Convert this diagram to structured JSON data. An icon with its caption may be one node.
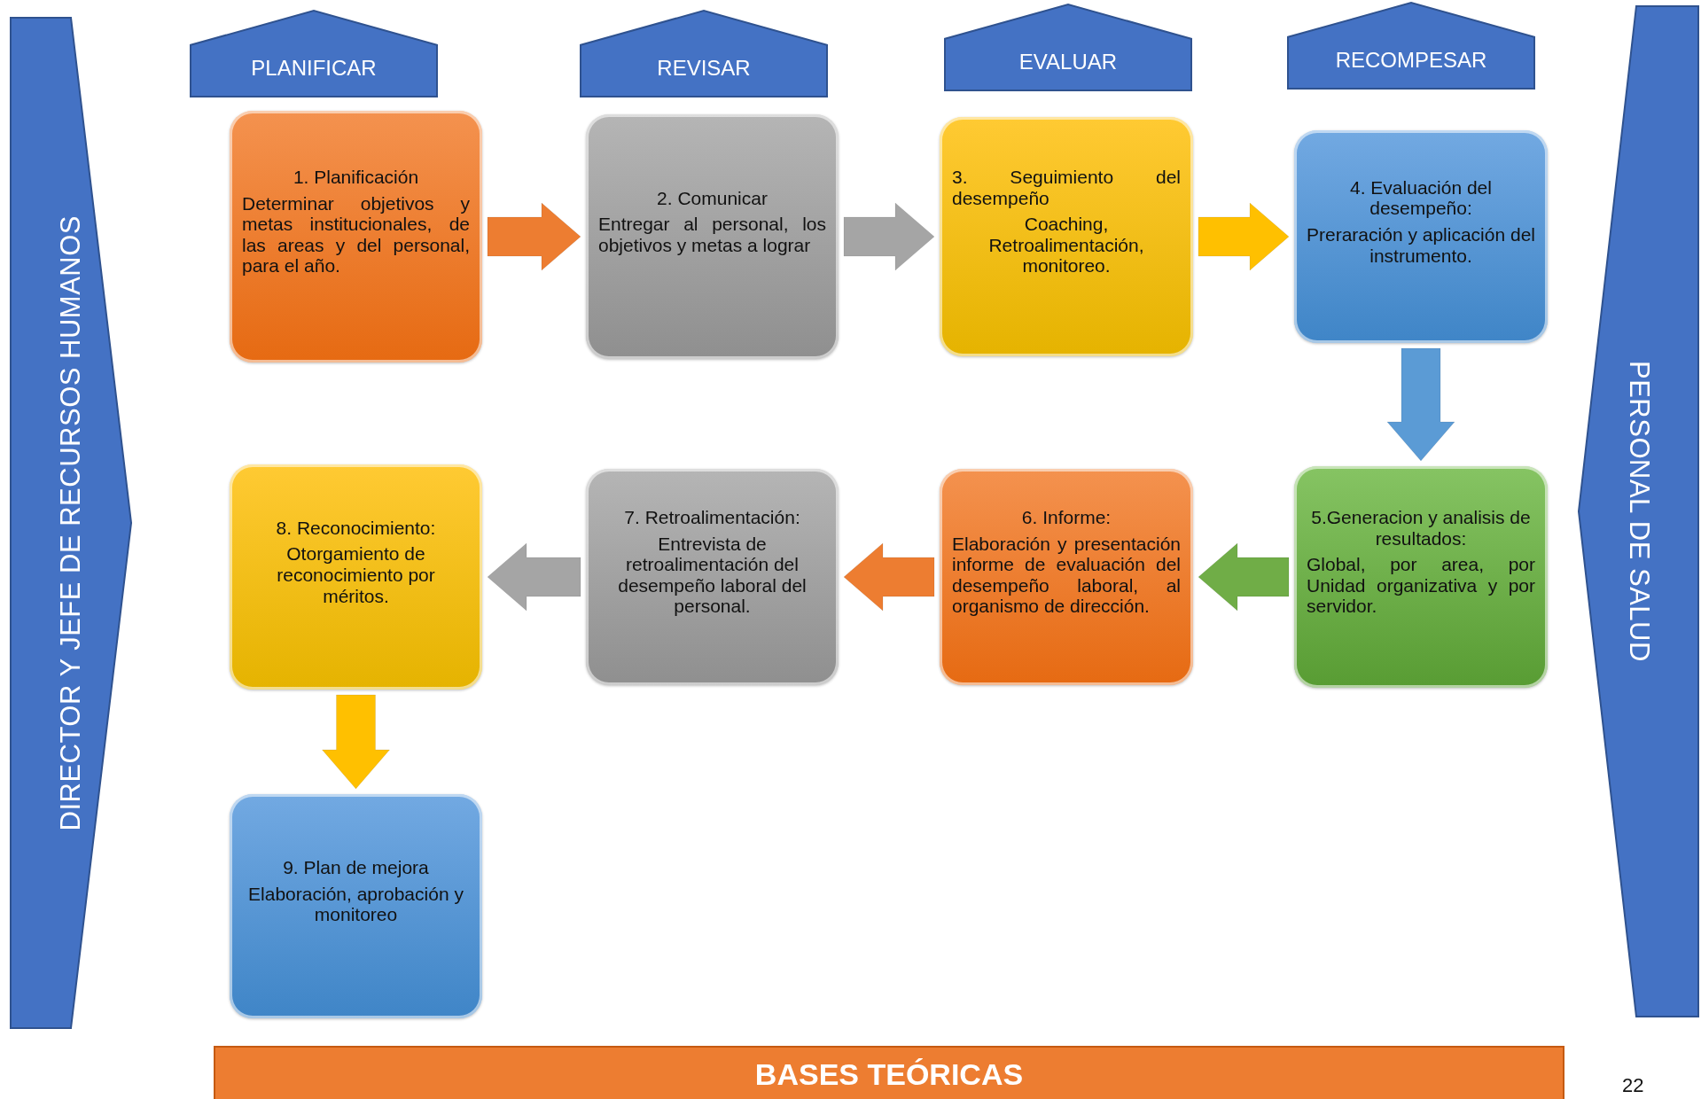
{
  "diagram": {
    "nodes": [
      {
        "text": [
          "DIRECTOR Y JEFE DE RECURSOS HUMANOS"
        ]
      },
      {
        "text": [
          "PLANIFICAR"
        ]
      },
      {
        "text": [
          "REVISAR"
        ]
      },
      {
        "text": [
          "EVALUAR"
        ]
      },
      {
        "text": [
          "RECOMPESAR"
        ]
      },
      {
        "text": [
          "PERSONAL DE SALUD"
        ]
      },
      {
        "text": [
          "1. Planificación",
          "Determinar objetivos y metas institucionales, de las areas y del personal, para el año."
        ]
      },
      {
        "text": [
          "2. Comunicar",
          "Entregar al personal, los objetivos y metas a lograr"
        ]
      },
      {
        "text": [
          "3. Seguimiento del desempeño",
          "Coaching, Retroalimentación, monitoreo."
        ]
      },
      {
        "text": [
          "4. Evaluación del desempeño:",
          "Preraración y aplicación del instrumento."
        ]
      },
      {
        "text": [
          "5.Generacion y analisis de resultados:",
          "Global, por area, por Unidad organizativa y por servidor."
        ]
      },
      {
        "text": [
          "6. Informe:",
          "Elaboración y presentación informe de evaluación del desempeño laboral, al organismo de dirección."
        ]
      },
      {
        "text": [
          "7. Retroalimentación:",
          "Entrevista de retroalimentación del desempeño laboral del personal."
        ]
      },
      {
        "text": [
          "8. Reconocimiento:",
          "Otorgamiento de reconocimiento por méritos."
        ]
      },
      {
        "text": [
          "9. Plan de mejora",
          "Elaboración, aprobación y monitoreo"
        ]
      },
      {
        "text": [
          "BASES TEÓRICAS"
        ]
      }
    ],
    "edges": [
      {
        "from": 6,
        "to": 7,
        "arrow": "to",
        "style": "thick",
        "color": "#ed7d31"
      },
      {
        "from": 7,
        "to": 8,
        "arrow": "to",
        "style": "thick",
        "color": "#a5a5a5"
      },
      {
        "from": 8,
        "to": 9,
        "arrow": "to",
        "style": "thick",
        "color": "#ffc000"
      },
      {
        "from": 9,
        "to": 10,
        "arrow": "to",
        "style": "thick",
        "color": "#5b9bd5"
      },
      {
        "from": 10,
        "to": 11,
        "arrow": "to",
        "style": "thick",
        "color": "#70ad47"
      },
      {
        "from": 11,
        "to": 12,
        "arrow": "to",
        "style": "thick",
        "color": "#ed7d31"
      },
      {
        "from": 12,
        "to": 13,
        "arrow": "to",
        "style": "thick",
        "color": "#a5a5a5"
      },
      {
        "from": 13,
        "to": 14,
        "arrow": "to",
        "style": "thick",
        "color": "#ffc000"
      }
    ],
    "labels": [
      "22"
    ]
  }
}
